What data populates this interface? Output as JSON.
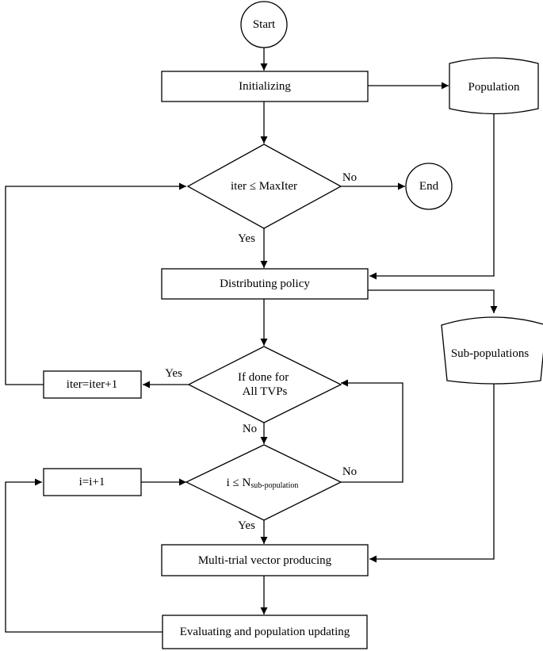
{
  "nodes": {
    "start": "Start",
    "initializing": "Initializing",
    "population": "Population",
    "iter_check": "iter ≤ MaxIter",
    "end": "End",
    "distributing": "Distributing policy",
    "subpopulations": "Sub-populations",
    "tvp_check_line1": "If done for",
    "tvp_check_line2": "All TVPs",
    "iter_inc": "iter=iter+1",
    "i_check_prefix": "i ≤ N",
    "i_check_subscript": "sub-population",
    "i_inc": "i=i+1",
    "multi_trial": "Multi-trial vector producing",
    "evaluating": "Evaluating and population updating"
  },
  "edge_labels": {
    "iter_no": "No",
    "iter_yes": "Yes",
    "tvp_yes": "Yes",
    "tvp_no": "No",
    "i_no": "No",
    "i_yes": "Yes"
  }
}
